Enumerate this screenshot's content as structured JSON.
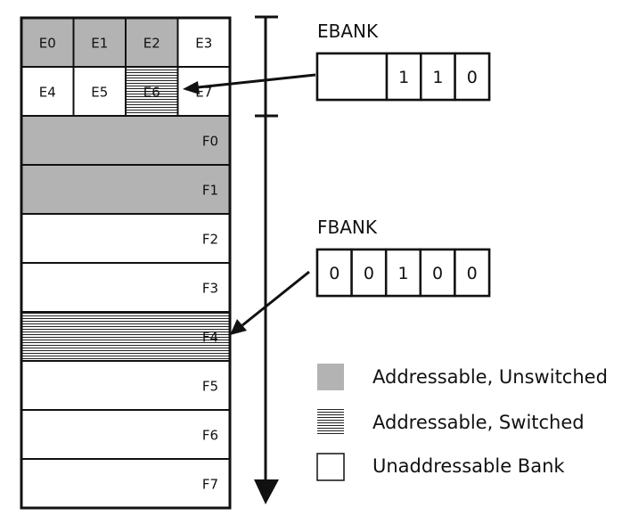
{
  "colors": {
    "unswitched": "#b3b3b3",
    "switched_lines": "#222222",
    "unaddressable": "#ffffff",
    "stroke": "#111111"
  },
  "ebank_cells": [
    {
      "label": "E0",
      "state": "unswitched"
    },
    {
      "label": "E1",
      "state": "unswitched"
    },
    {
      "label": "E2",
      "state": "unswitched"
    },
    {
      "label": "E3",
      "state": "unaddressable"
    },
    {
      "label": "E4",
      "state": "unaddressable"
    },
    {
      "label": "E5",
      "state": "unaddressable"
    },
    {
      "label": "E6",
      "state": "switched"
    },
    {
      "label": "E7",
      "state": "unaddressable"
    }
  ],
  "fbank_cells": [
    {
      "label": "F0",
      "state": "unswitched"
    },
    {
      "label": "F1",
      "state": "unswitched"
    },
    {
      "label": "F2",
      "state": "unaddressable"
    },
    {
      "label": "F3",
      "state": "unaddressable"
    },
    {
      "label": "F4",
      "state": "switched"
    },
    {
      "label": "F5",
      "state": "unaddressable"
    },
    {
      "label": "F6",
      "state": "unaddressable"
    },
    {
      "label": "F7",
      "state": "unaddressable"
    }
  ],
  "ebank_register": {
    "title": "EBANK",
    "bits": [
      "",
      "1",
      "1",
      "0"
    ],
    "points_to": "E6"
  },
  "fbank_register": {
    "title": "FBANK",
    "bits": [
      "0",
      "0",
      "1",
      "0",
      "0"
    ],
    "points_to": "F4"
  },
  "legend": [
    {
      "state": "unswitched",
      "label": "Addressable, Unswitched"
    },
    {
      "state": "switched",
      "label": "Addressable, Switched"
    },
    {
      "state": "unaddressable",
      "label": "Unaddressable Bank"
    }
  ]
}
